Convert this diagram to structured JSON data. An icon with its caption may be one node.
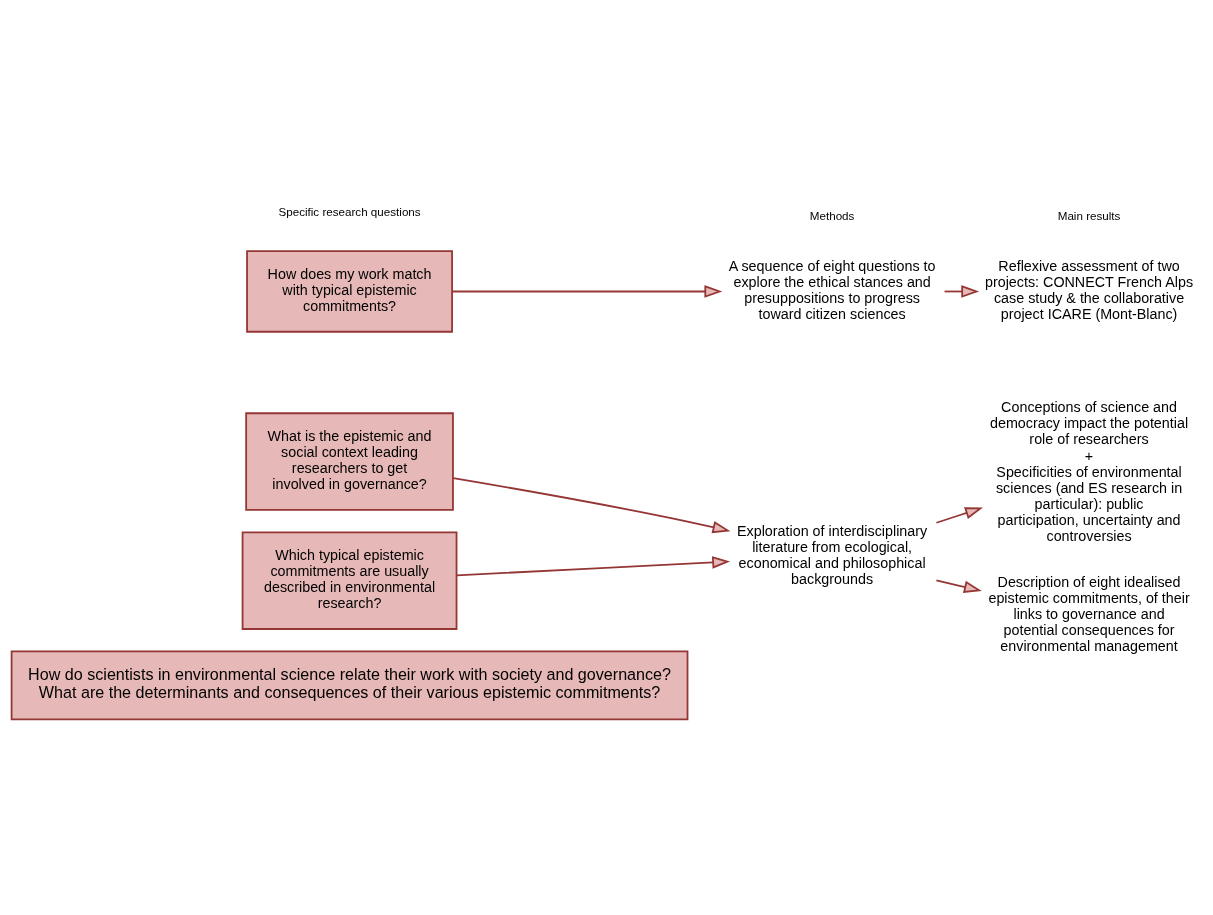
{
  "diagram": {
    "nodes": [
      {
        "text": [
          "How do scientists in environmental science relate their work with society and governance? What are the determinants and consequences of their various epistemic commitments?"
        ]
      },
      {
        "text": [
          "What is the epistemic and social context leading researchers to get involved in governance?"
        ]
      },
      {
        "text": [
          "Which typical epistemic commitments are usually described in environmental research?"
        ]
      },
      {
        "text": [
          "How does my work match with typical epistemic commitments?"
        ]
      },
      {
        "text": [
          "Exploration of interdisciplinary literature from ecological, economical and philosophical backgrounds"
        ]
      },
      {
        "text": [
          "Conceptions of science and democracy impact the potential role of researchers",
          "+",
          "Specificities of environmental sciences (and ES research in particular): public participation, uncertainty and controversies"
        ]
      },
      {
        "text": [
          "Description of eight idealised epistemic commitments, of their links to governance and potential consequences for environmental management"
        ]
      },
      {
        "text": [
          "A sequence of eight questions to explore the ethical stances and presuppositions to progress toward citizen sciences"
        ]
      },
      {
        "text": [
          "Reflexive assessment of two projects: CONNECT French Alps case study & the collaborative project ICARE (Mont-Blanc)"
        ]
      }
    ],
    "edges": [
      {
        "from": 1,
        "to": 4,
        "arrow": "to"
      },
      {
        "from": 2,
        "to": 4,
        "arrow": "to"
      },
      {
        "from": 4,
        "to": 5,
        "arrow": "to"
      },
      {
        "from": 4,
        "to": 6,
        "arrow": "to"
      },
      {
        "from": 3,
        "to": 7,
        "arrow": "to"
      },
      {
        "from": 7,
        "to": 8,
        "arrow": "to"
      }
    ],
    "labels": [
      "Specific research questions",
      "Methods",
      "Main results"
    ]
  }
}
